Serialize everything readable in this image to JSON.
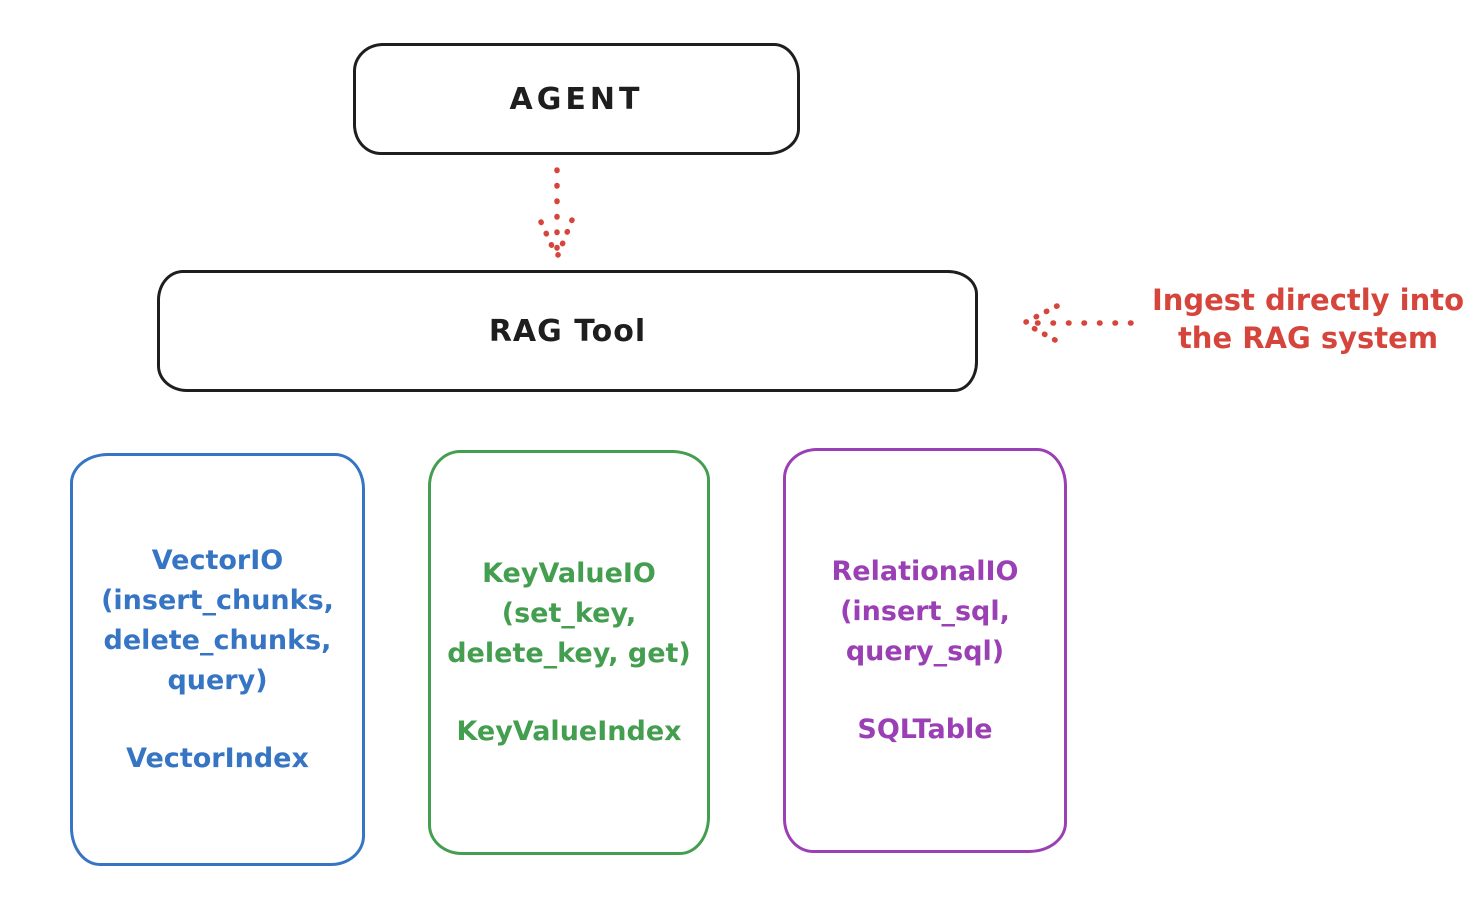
{
  "colors": {
    "ink": "#1e1e1e",
    "red": "#d6453c",
    "blue": "#3674c4",
    "green": "#449e4f",
    "purple": "#9b3fb5"
  },
  "nodes": {
    "agent": {
      "label": "AGENT"
    },
    "rag_tool": {
      "label": "RAG Tool"
    },
    "vector_io": {
      "lines": [
        "VectorIO",
        "(insert_chunks,",
        "delete_chunks,",
        "query)"
      ],
      "index_label": "VectorIndex"
    },
    "key_value_io": {
      "lines": [
        "KeyValueIO",
        "(set_key,",
        "delete_key, get)"
      ],
      "index_label": "KeyValueIndex"
    },
    "relational_io": {
      "lines": [
        "RelationalIO",
        "(insert_sql,",
        "query_sql)"
      ],
      "index_label": "SQLTable"
    }
  },
  "annotation": {
    "line1": "Ingest directly into",
    "line2": "the RAG system"
  }
}
